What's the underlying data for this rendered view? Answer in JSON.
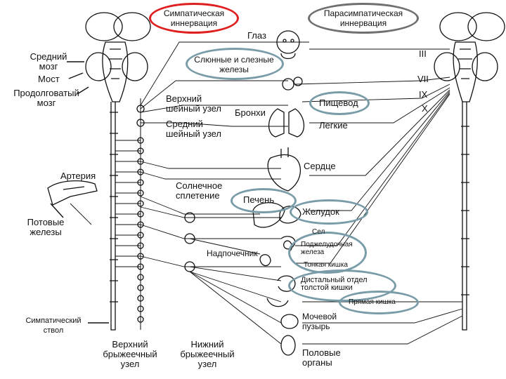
{
  "headers": {
    "sympathetic": "Симпатическая иннервация",
    "parasympathetic": "Парасимпатическая иннервация"
  },
  "brain_labels": {
    "midbrain": "Средний мозг",
    "pons": "Мост",
    "medulla": "Продолговатый мозг"
  },
  "left_labels": {
    "artery": "Артерия",
    "sweat_glands": "Потовые железы",
    "sympathetic_trunk": "Симпатический ствол",
    "superior_mesenteric": "Верхний брыжеечный узел",
    "inferior_mesenteric": "Нижний брыжеечный узел"
  },
  "ganglia": {
    "superior_cervical": "Верхний шейный узел",
    "middle_cervical": "Средний шейный узел",
    "solar_plexus": "Солнечное сплетение"
  },
  "organs": {
    "eye": "Глаз",
    "salivary_glands": "Слюнные и слезные железы",
    "bronchi": "Бронхи",
    "esophagus": "Пищевод",
    "lungs": "Легкие",
    "heart": "Сердце",
    "liver": "Печень",
    "stomach": "Желудок",
    "adrenal": "Надпочечник",
    "pancreas": "Поджелудочная железа",
    "small_intestine": "Тонкая кишка",
    "distal_colon": "Дистальный отдел толстой кишки",
    "rectum": "Прямая кишка",
    "bladder": "Мочевой пузырь",
    "genitals": "Половые органы",
    "spleen_partial": "Сел"
  },
  "cranial_nerves": [
    "III",
    "VII",
    "IX",
    "X"
  ],
  "highlight_colors": {
    "sympathetic_oval": "#e02020",
    "parasympathetic_oval": "#707070",
    "organ_oval": "#7a9ca8"
  }
}
